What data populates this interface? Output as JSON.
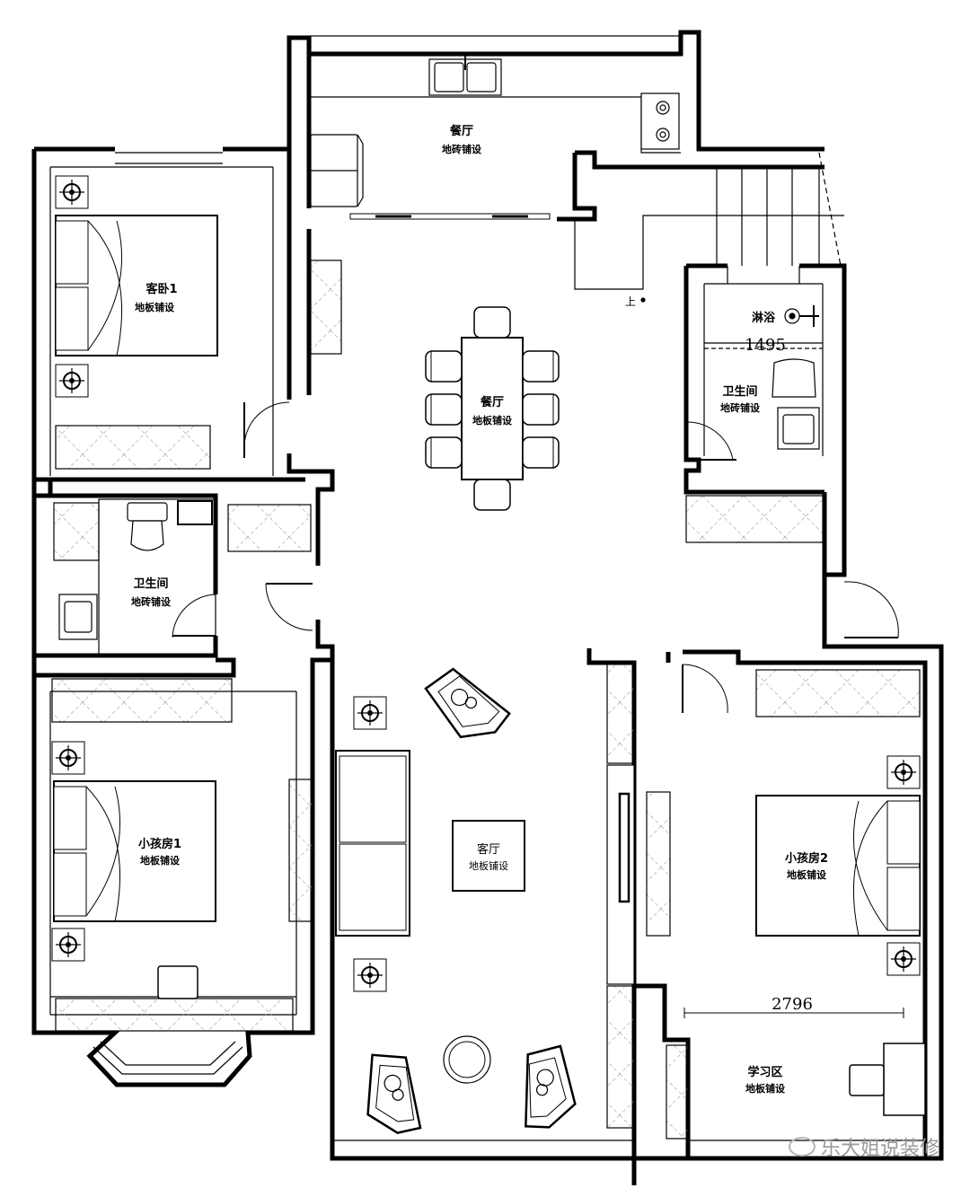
{
  "rooms": {
    "kitchen": {
      "name": "餐厅",
      "floor": "地砖铺设"
    },
    "guest_bedroom": {
      "name": "客卧1",
      "floor": "地板铺设"
    },
    "dining": {
      "name": "餐厅",
      "floor": "地板铺设"
    },
    "bath_left": {
      "name": "卫生间",
      "floor": "地砖铺设"
    },
    "bath_right": {
      "name": "卫生间",
      "floor": "地砖铺设"
    },
    "shower": {
      "name": "淋浴"
    },
    "living": {
      "name": "客厅",
      "floor": "地板铺设"
    },
    "kid_room_1": {
      "name": "小孩房1",
      "floor": "地板铺设"
    },
    "kid_room_2": {
      "name": "小孩房2",
      "floor": "地板铺设"
    },
    "study": {
      "name": "学习区",
      "floor": "地板铺设"
    }
  },
  "dimensions": {
    "bath_width": "1495",
    "study_width": "2796"
  },
  "stairs": {
    "up_label": "上"
  },
  "watermark": {
    "text": "乐大姐说装修"
  }
}
